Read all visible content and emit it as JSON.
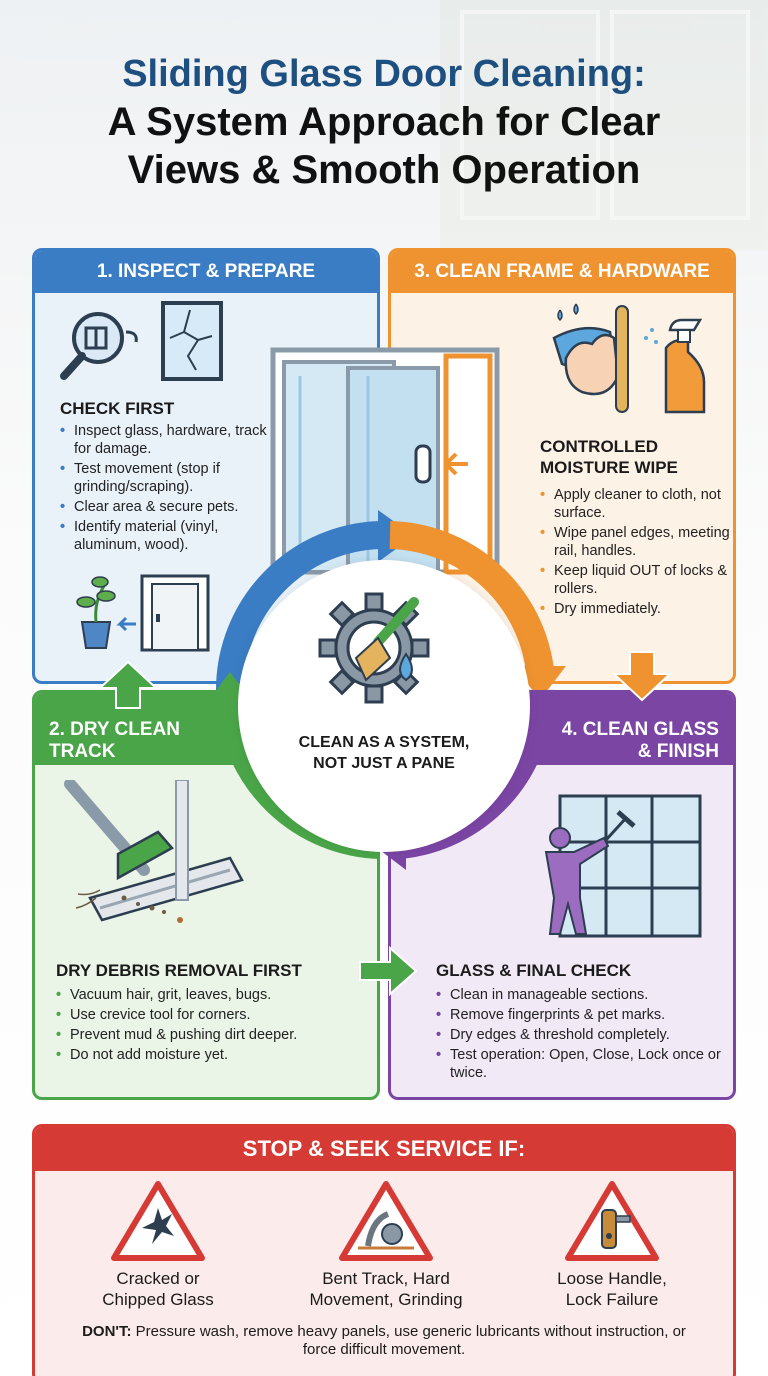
{
  "title": {
    "line1": "Sliding Glass Door Cleaning:",
    "line2": "A System Approach for Clear",
    "line3": "Views & Smooth Operation"
  },
  "colors": {
    "blue": "#3b7dc4",
    "orange": "#ef9330",
    "green": "#4aa548",
    "purple": "#7b45a4",
    "red": "#d63a35"
  },
  "step1": {
    "header": "1. INSPECT & PREPARE",
    "section_title": "CHECK FIRST",
    "items": [
      "Inspect glass, hardware, track for damage.",
      "Test movement (stop if grinding/scraping).",
      "Clear area & secure pets.",
      "Identify material (vinyl, aluminum, wood)."
    ],
    "icons": [
      "magnifier-icon",
      "cracked-glass-icon",
      "plant-icon",
      "door-icon"
    ]
  },
  "step2": {
    "header_line1": "2. DRY CLEAN",
    "header_line2": "TRACK",
    "section_title": "DRY DEBRIS REMOVAL FIRST",
    "items": [
      "Vacuum hair, grit, leaves, bugs.",
      "Use crevice tool for corners.",
      "Prevent mud & pushing dirt deeper.",
      "Do not add moisture yet."
    ],
    "icons": [
      "vacuum-track-icon"
    ]
  },
  "step3": {
    "header": "3. CLEAN FRAME & HARDWARE",
    "section_title_line1": "CONTROLLED",
    "section_title_line2": "MOISTURE WIPE",
    "items": [
      "Apply cleaner to cloth, not surface.",
      "Wipe panel edges, meeting rail, handles.",
      "Keep liquid OUT of locks & rollers.",
      "Dry immediately."
    ],
    "icons": [
      "cloth-hand-icon",
      "spray-bottle-icon"
    ]
  },
  "step4": {
    "header_line1": "4. CLEAN GLASS",
    "header_line2": "& FINISH",
    "section_title": "GLASS & FINAL CHECK",
    "items": [
      "Clean in manageable sections.",
      "Remove fingerprints & pet marks.",
      "Dry edges & threshold completely.",
      "Test operation: Open, Close, Lock once or twice."
    ],
    "icons": [
      "squeegee-person-icon"
    ]
  },
  "center": {
    "line1": "CLEAN AS A SYSTEM,",
    "line2": "NOT JUST A PANE",
    "icon": "gear-brush-icon"
  },
  "stop": {
    "header": "STOP & SEEK SERVICE IF:",
    "warnings": [
      {
        "line1": "Cracked or",
        "line2": "Chipped Glass",
        "icon": "cracked-glass-warning-icon"
      },
      {
        "line1": "Bent Track, Hard",
        "line2": "Movement, Grinding",
        "icon": "bent-track-warning-icon"
      },
      {
        "line1": "Loose Handle,",
        "line2": "Lock Failure",
        "icon": "loose-handle-warning-icon"
      }
    ],
    "dont_label": "DON'T:",
    "dont_text": " Pressure wash, remove heavy panels, use generic lubricants without instruction, or force difficult movement."
  }
}
